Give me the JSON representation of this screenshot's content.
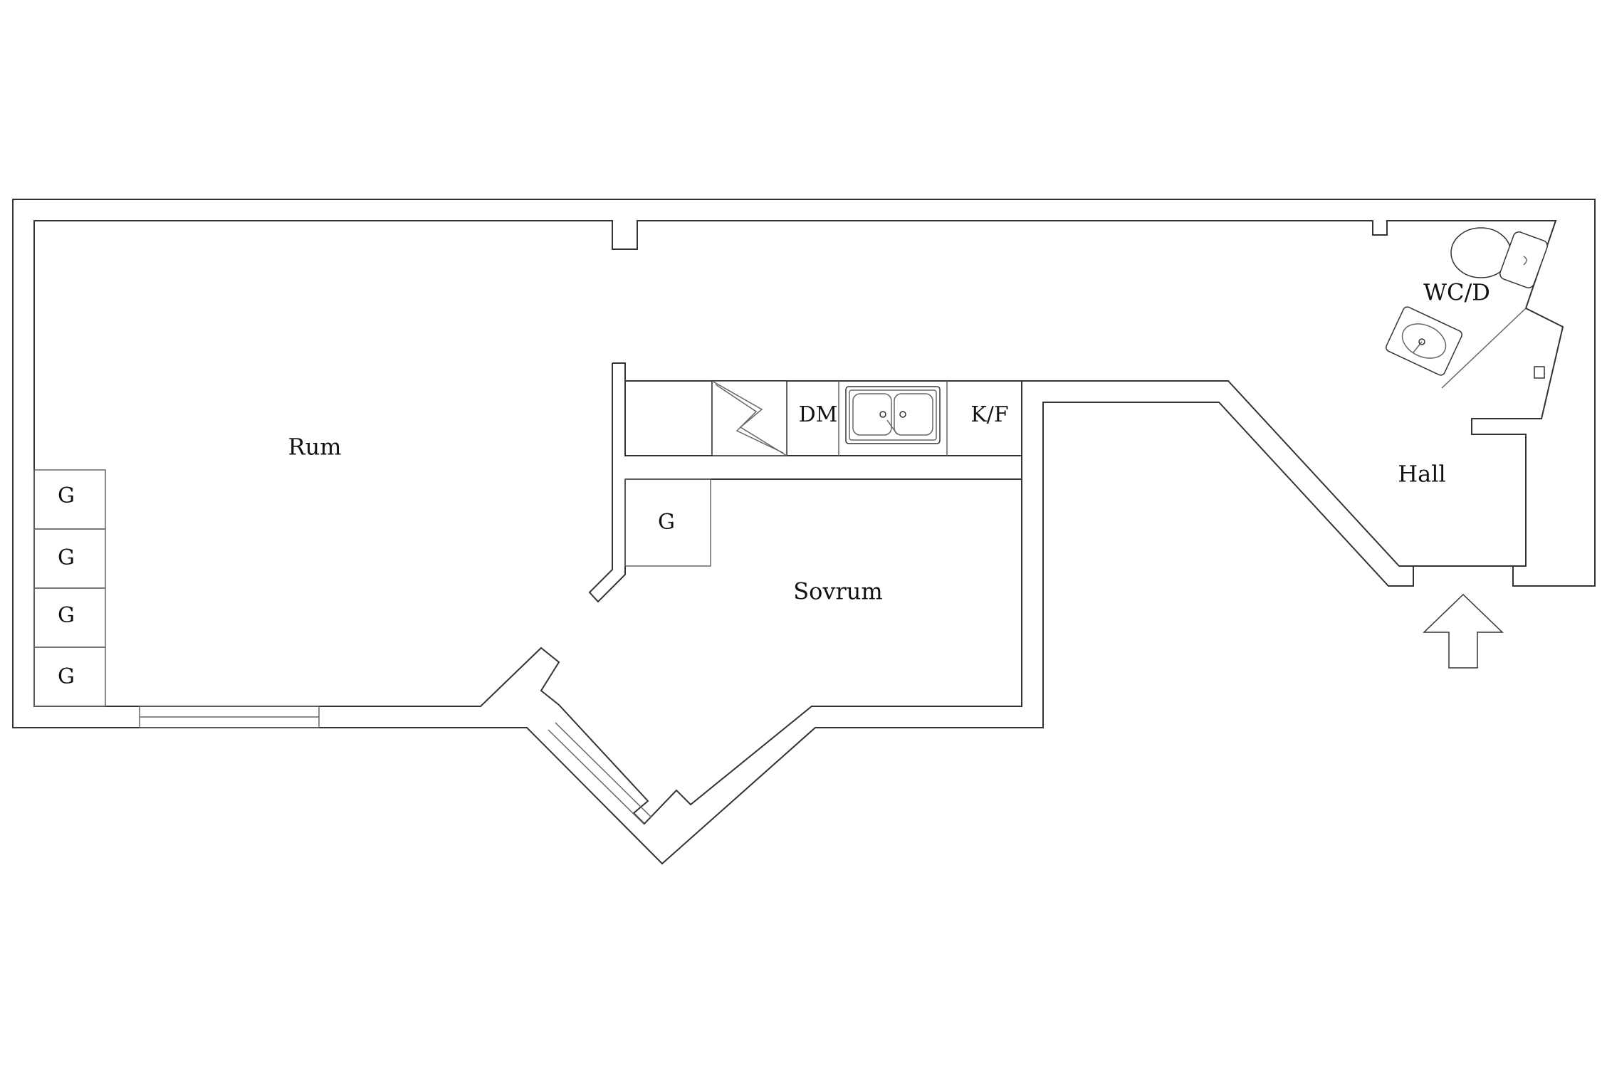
{
  "rooms": {
    "rum": "Rum",
    "sovrum": "Sovrum",
    "hall": "Hall",
    "wcd": "WC/D"
  },
  "fixtures": {
    "dm": "DM",
    "kf": "K/F",
    "g": "G"
  },
  "colors": {
    "wall": "#333333",
    "background": "#ffffff"
  }
}
